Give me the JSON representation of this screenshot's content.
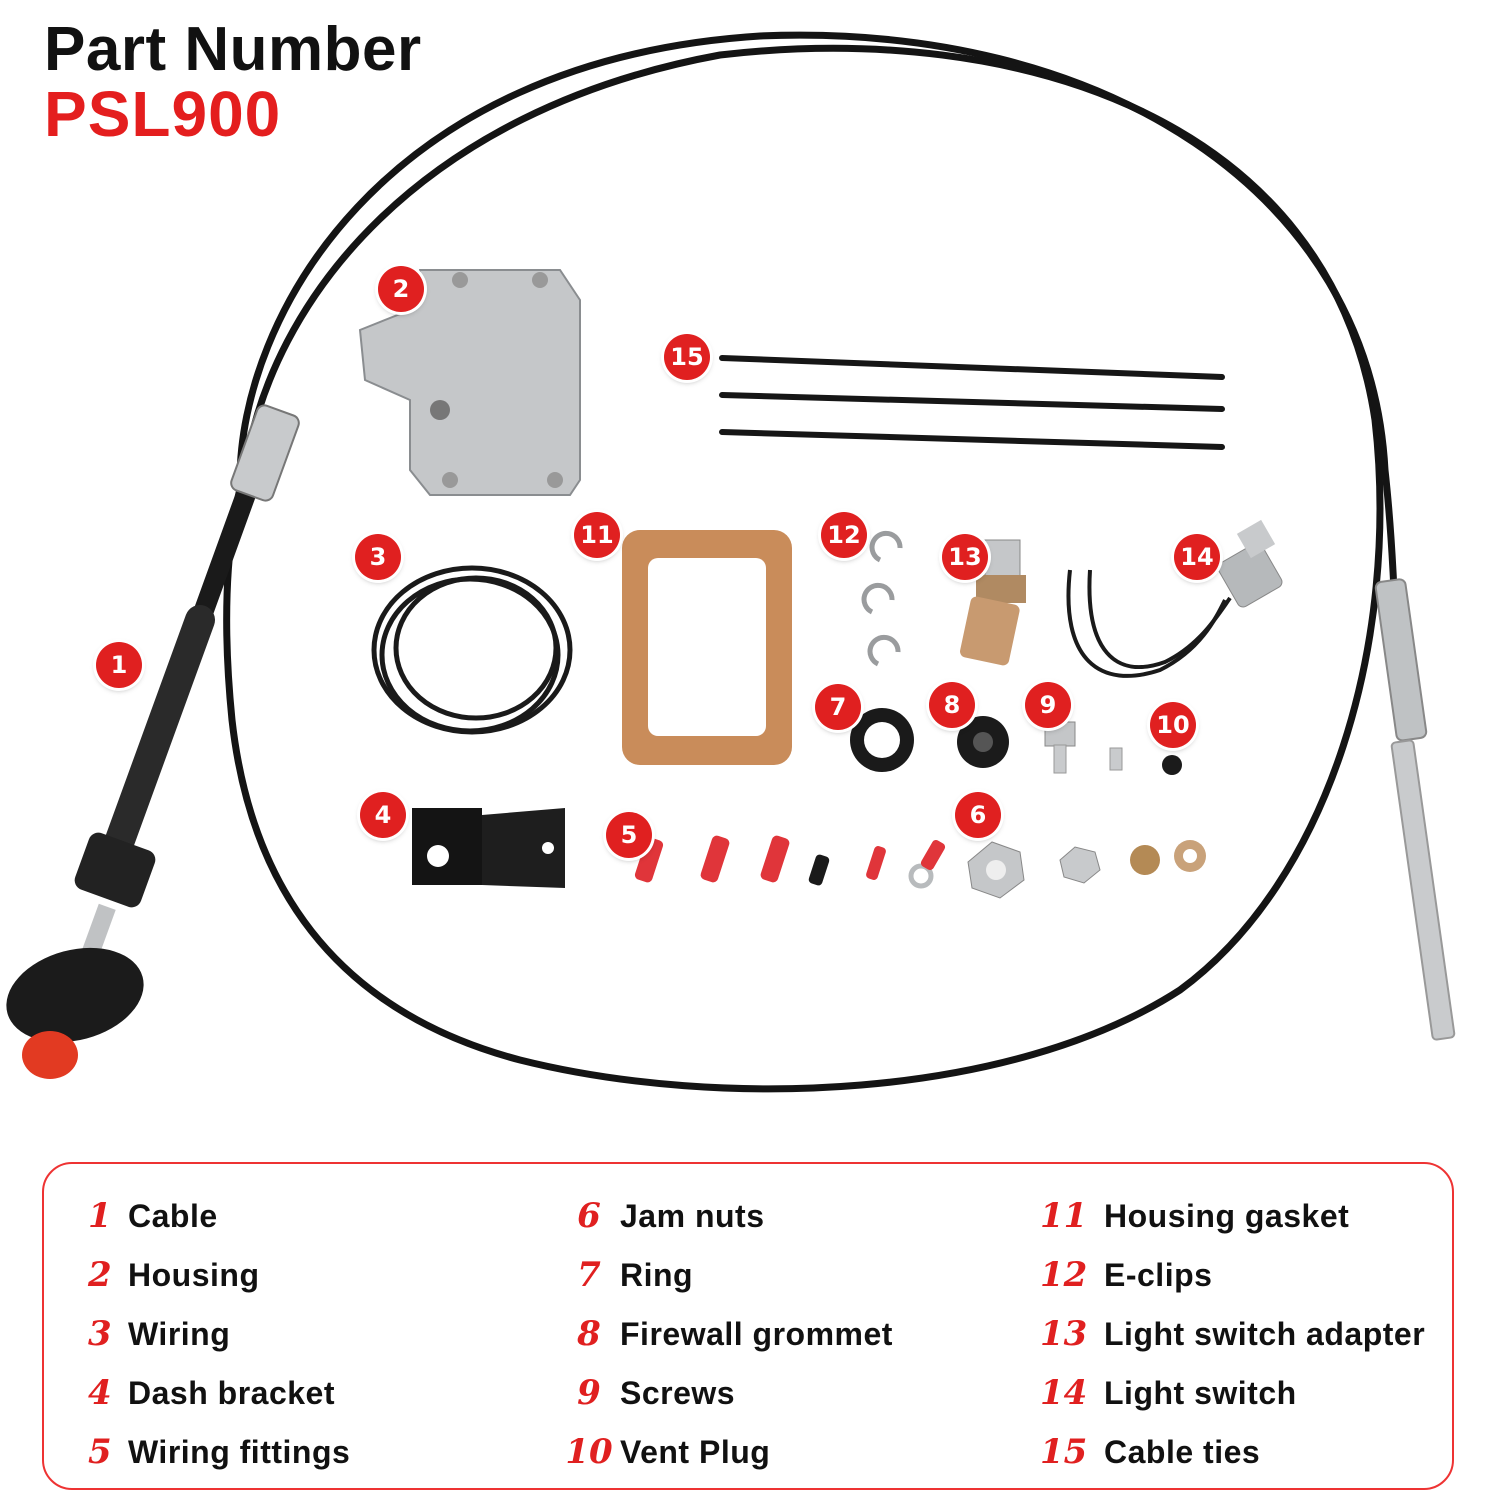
{
  "header": {
    "label": "Part Number",
    "part_number": "PSL900"
  },
  "badges": [
    "1",
    "2",
    "3",
    "4",
    "5",
    "6",
    "7",
    "8",
    "9",
    "10",
    "11",
    "12",
    "13",
    "14",
    "15"
  ],
  "legend": [
    {
      "num": "1",
      "text": "Cable"
    },
    {
      "num": "2",
      "text": "Housing"
    },
    {
      "num": "3",
      "text": "Wiring"
    },
    {
      "num": "4",
      "text": "Dash bracket"
    },
    {
      "num": "5",
      "text": "Wiring fittings"
    },
    {
      "num": "6",
      "text": "Jam nuts"
    },
    {
      "num": "7",
      "text": "Ring"
    },
    {
      "num": "8",
      "text": "Firewall grommet"
    },
    {
      "num": "9",
      "text": "Screws"
    },
    {
      "num": "10",
      "text": "Vent Plug"
    },
    {
      "num": "11",
      "text": "Housing gasket"
    },
    {
      "num": "12",
      "text": "E-clips"
    },
    {
      "num": "13",
      "text": "Light switch adapter"
    },
    {
      "num": "14",
      "text": "Light switch"
    },
    {
      "num": "15",
      "text": "Cable ties"
    }
  ],
  "colors": {
    "accent": "#e02020",
    "cable": "#141414",
    "metal": "#b5b8bb",
    "gasket": "#c98c5a"
  }
}
